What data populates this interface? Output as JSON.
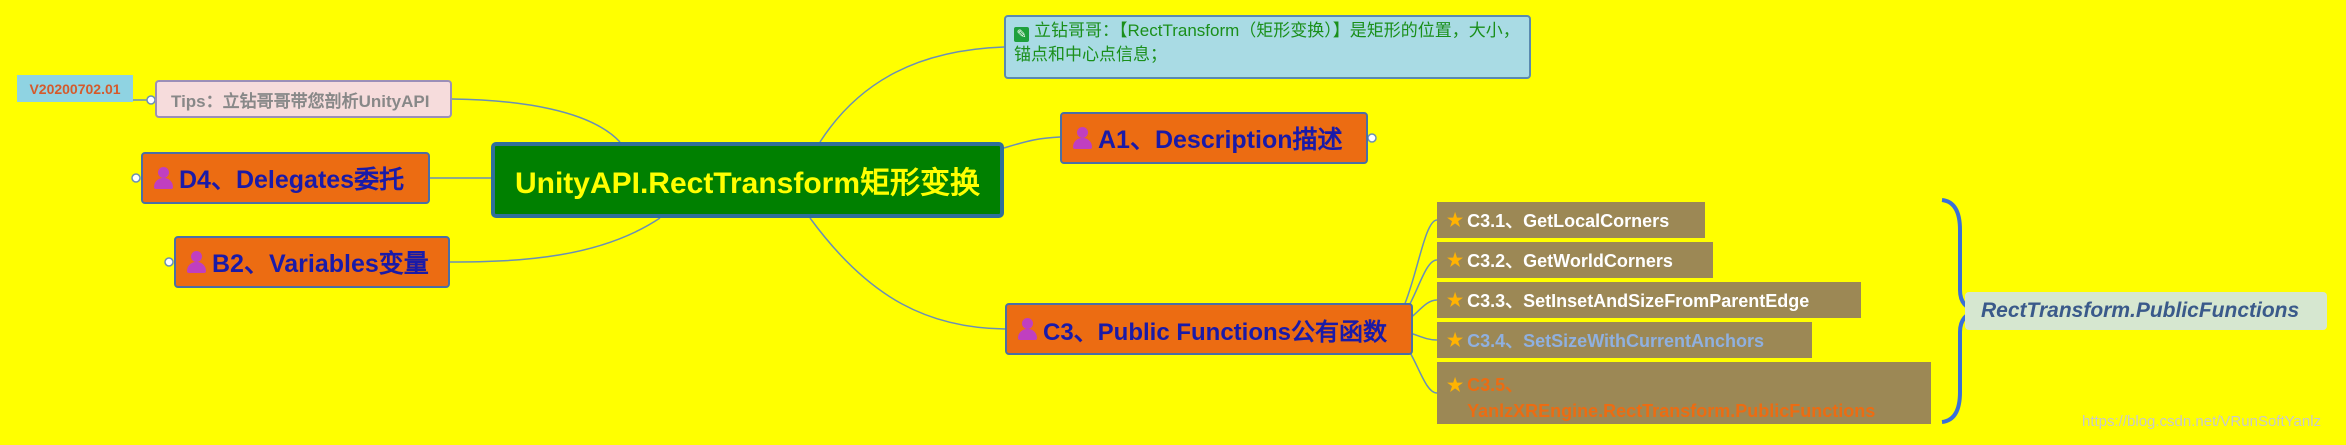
{
  "root": {
    "label": "UnityAPI.RectTransform矩形变换"
  },
  "branches": {
    "a1": "A1、Description描述",
    "b2": "B2、Variables变量",
    "c3": "C3、Public Functions公有函数",
    "d4": "D4、Delegates委托"
  },
  "description": "立钻哥哥：【RectTransform（矩形变换）】是矩形的位置，大小，锚点和中心点信息；",
  "tips": "Tips：立钻哥哥带您剖析UnityAPI",
  "version": "V20200702.01",
  "functions": [
    {
      "label": "C3.1、GetLocalCorners",
      "color": "#ffffff"
    },
    {
      "label": "C3.2、GetWorldCorners",
      "color": "#ffffff"
    },
    {
      "label": "C3.3、SetInsetAndSizeFromParentEdge",
      "color": "#ffffff"
    },
    {
      "label": "C3.4、SetSizeWithCurrentAnchors",
      "color": "#8fb0e0"
    },
    {
      "label": "C3.5、YanlzXREngine.RectTransform.PublicFunctions",
      "color": "#ec6c12"
    }
  ],
  "summary": "RectTransform.PublicFunctions",
  "watermark": "https://blog.csdn.net/VRunSoftYanlz",
  "colors": {
    "background": "#ffff00",
    "root": "#008000",
    "branch": "#ec6c12",
    "function": "#9c8855"
  }
}
